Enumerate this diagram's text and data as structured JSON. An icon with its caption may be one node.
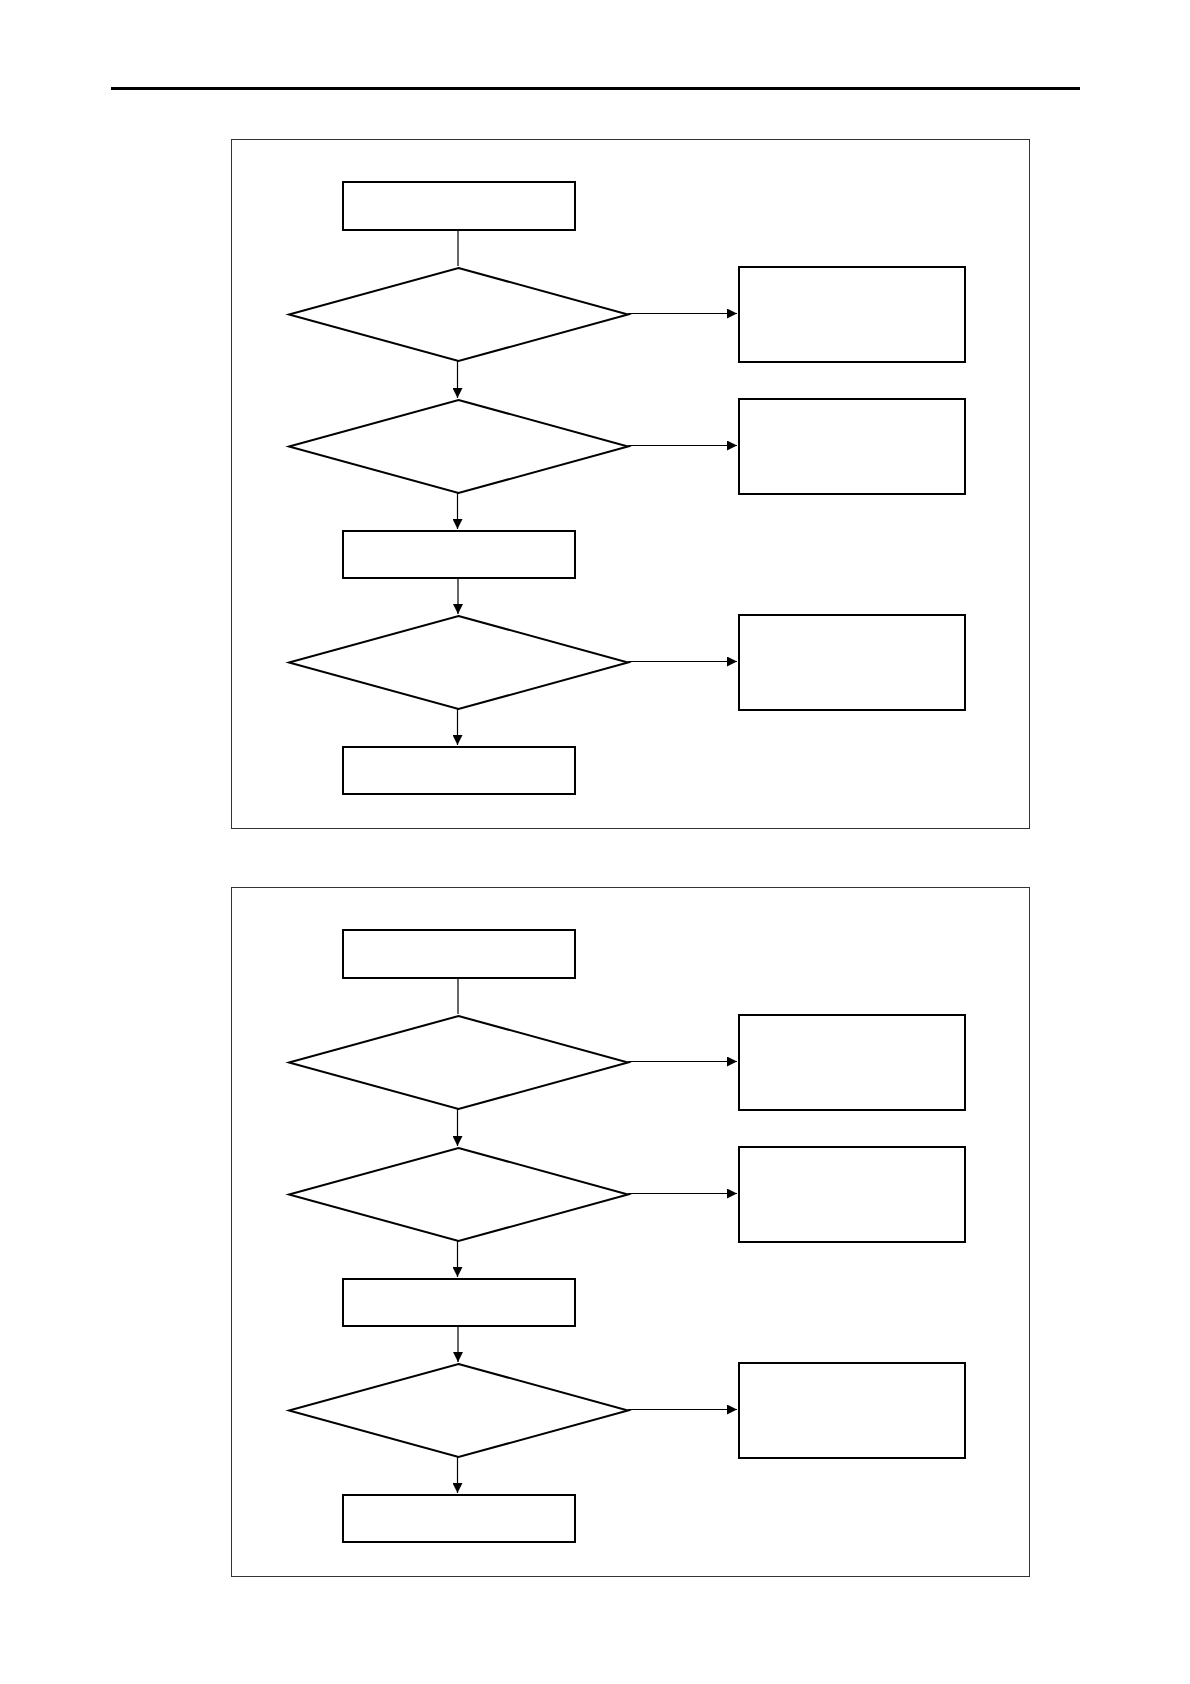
{
  "diagram": {
    "nodes": [
      {
        "text": [],
        "shape": "box"
      },
      {
        "text": [],
        "shape": "box",
        "in": 0
      },
      {
        "text": [],
        "shape": "diamond",
        "in": 0
      },
      {
        "text": [],
        "shape": "box",
        "in": 0
      },
      {
        "text": [],
        "shape": "diamond",
        "in": 0
      },
      {
        "text": [],
        "shape": "box",
        "in": 0
      },
      {
        "text": [],
        "shape": "box",
        "in": 0
      },
      {
        "text": [],
        "shape": "diamond",
        "in": 0
      },
      {
        "text": [],
        "shape": "box",
        "in": 0
      },
      {
        "text": [],
        "shape": "box",
        "in": 0
      },
      {
        "text": [],
        "shape": "box"
      },
      {
        "text": [],
        "shape": "box",
        "in": 10
      },
      {
        "text": [],
        "shape": "diamond",
        "in": 10
      },
      {
        "text": [],
        "shape": "box",
        "in": 10
      },
      {
        "text": [],
        "shape": "diamond",
        "in": 10
      },
      {
        "text": [],
        "shape": "box",
        "in": 10
      },
      {
        "text": [],
        "shape": "box",
        "in": 10
      },
      {
        "text": [],
        "shape": "diamond",
        "in": 10
      },
      {
        "text": [],
        "shape": "box",
        "in": 10
      },
      {
        "text": [],
        "shape": "box",
        "in": 10
      }
    ],
    "edges": [
      {
        "from": 1,
        "to": 2,
        "arrow": "none"
      },
      {
        "from": 2,
        "to": 3,
        "arrow": "to"
      },
      {
        "from": 2,
        "to": 4,
        "arrow": "to"
      },
      {
        "from": 4,
        "to": 5,
        "arrow": "to"
      },
      {
        "from": 4,
        "to": 6,
        "arrow": "to"
      },
      {
        "from": 6,
        "to": 7,
        "arrow": "to"
      },
      {
        "from": 7,
        "to": 8,
        "arrow": "to"
      },
      {
        "from": 7,
        "to": 9,
        "arrow": "to"
      },
      {
        "from": 11,
        "to": 12,
        "arrow": "none"
      },
      {
        "from": 12,
        "to": 13,
        "arrow": "to"
      },
      {
        "from": 12,
        "to": 14,
        "arrow": "to"
      },
      {
        "from": 14,
        "to": 15,
        "arrow": "to"
      },
      {
        "from": 14,
        "to": 16,
        "arrow": "to"
      },
      {
        "from": 16,
        "to": 17,
        "arrow": "to"
      },
      {
        "from": 17,
        "to": 18,
        "arrow": "to"
      },
      {
        "from": 17,
        "to": 19,
        "arrow": "to"
      }
    ]
  }
}
